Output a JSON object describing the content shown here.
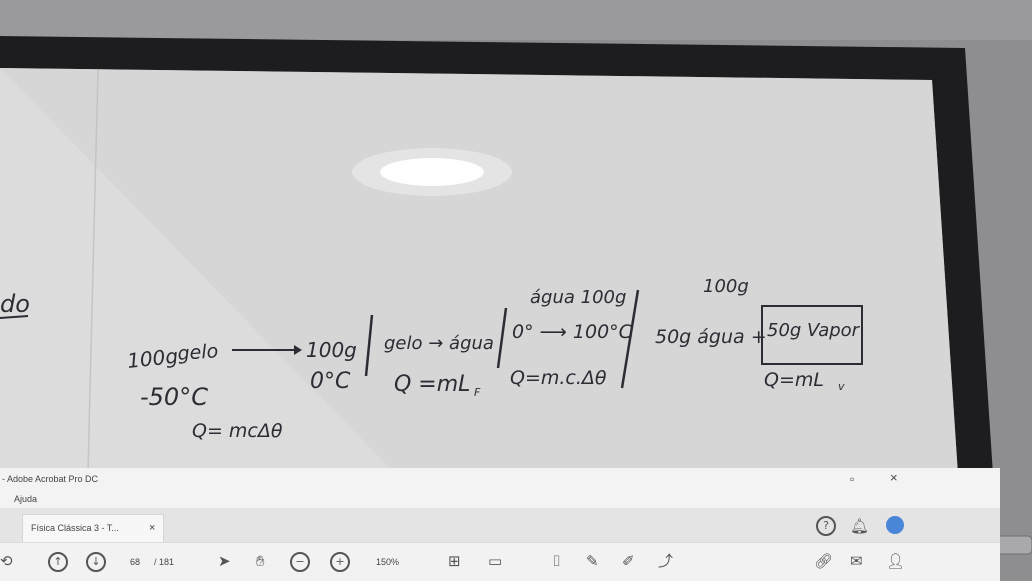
{
  "whiteboard": {
    "fragment_left": "do",
    "stage1": {
      "mass": "100g",
      "substance": "gelo",
      "temp": "-50°C",
      "formula": "Q= mcΔθ"
    },
    "stage2": {
      "mass": "100g",
      "temp": "0°C"
    },
    "stage3": {
      "label": "gelo → água",
      "formula": "Q =mL",
      "formula_sub": "F"
    },
    "stage4": {
      "top": "água 100g",
      "transition": "0° ⟶ 100°C",
      "formula": "Q=m.c.Δθ"
    },
    "stage5": {
      "top": "100g",
      "water": "50g água +",
      "vapor": "50g Vapor",
      "formula": "Q=mL",
      "formula_sub": "v"
    }
  },
  "acrobat": {
    "window_title": "- Adobe Acrobat Pro DC",
    "menu_item": "Ajuda",
    "tab_label": "Física Clássica 3 - T...",
    "tab_close": "×",
    "page_current": "68",
    "page_total": "/ 181",
    "zoom": "150%",
    "window_buttons": {
      "restore": "▫",
      "close": "×"
    },
    "icons": [
      "help-icon",
      "bell-icon",
      "account-icon",
      "back-icon",
      "scroll-up-icon",
      "scroll-down-icon",
      "select-icon",
      "hand-icon",
      "zoom-out-icon",
      "zoom-in-icon",
      "fit-icon",
      "comment-icon",
      "pen-icon",
      "fill-sign-icon",
      "share-icon",
      "link-icon",
      "mail-icon",
      "user-icon"
    ]
  }
}
